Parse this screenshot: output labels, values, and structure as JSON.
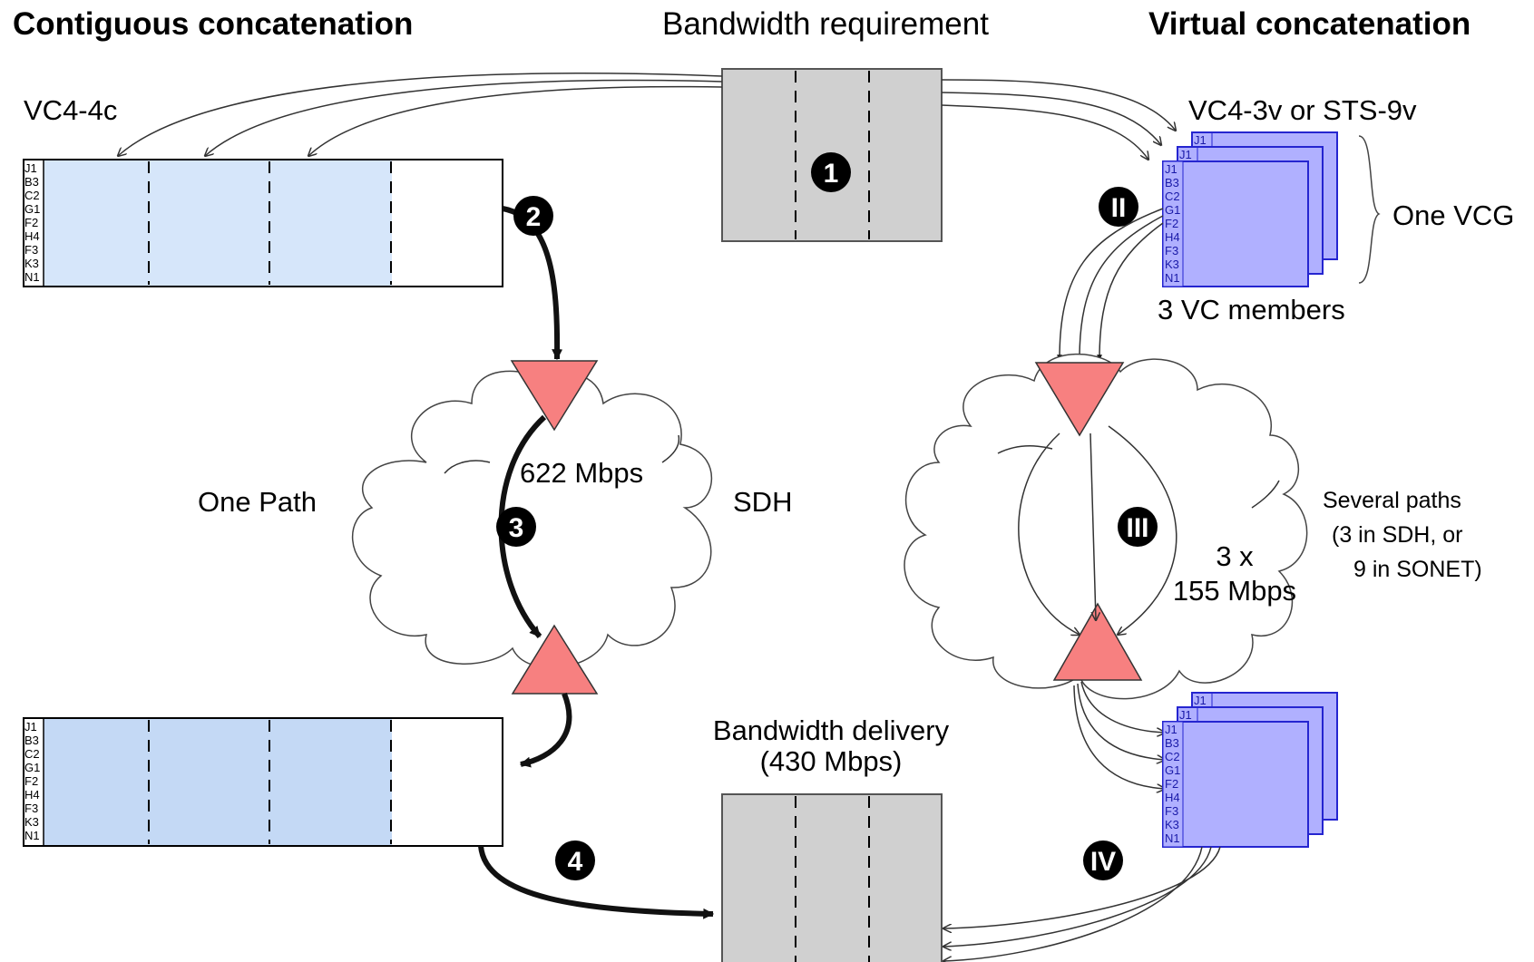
{
  "headings": {
    "contiguous": "Contiguous concatenation",
    "requirement": "Bandwidth requirement",
    "virtual": "Virtual concatenation"
  },
  "contiguous": {
    "container_label": "VC4-4c",
    "overhead_bytes": [
      "J1",
      "B3",
      "C2",
      "G1",
      "F2",
      "H4",
      "F3",
      "K3",
      "N1"
    ],
    "path_label": "One Path",
    "rate_label": "622 Mbps",
    "network_label": "SDH"
  },
  "virtual": {
    "container_label": "VC4-3v or STS-9v",
    "group_label": "One VCG",
    "members_label": "3 VC members",
    "member_top_byte": "J1",
    "overhead_bytes": [
      "J1",
      "B3",
      "C2",
      "G1",
      "F2",
      "H4",
      "F3",
      "K3",
      "N1"
    ],
    "rate_line1": "3 x",
    "rate_line2": "155 Mbps",
    "paths_line1": "Several paths",
    "paths_line2": "(3 in SDH, or",
    "paths_line3": "9 in SONET)"
  },
  "delivery": {
    "line1": "Bandwidth delivery",
    "line2": "(430 Mbps)"
  },
  "steps": {
    "s1": "1",
    "s2": "2",
    "s3": "3",
    "s4": "4",
    "r2": "II",
    "r3": "III",
    "r4": "IV"
  },
  "colors": {
    "contiguous_fill": "#d6e6fa",
    "contiguous_fill_bottom": "#c4d9f5",
    "virtual_fill": "#b0b0ff",
    "virtual_stroke": "#2525d0",
    "block_fill": "#d0d0d0",
    "triangle_fill": "#f78080"
  }
}
